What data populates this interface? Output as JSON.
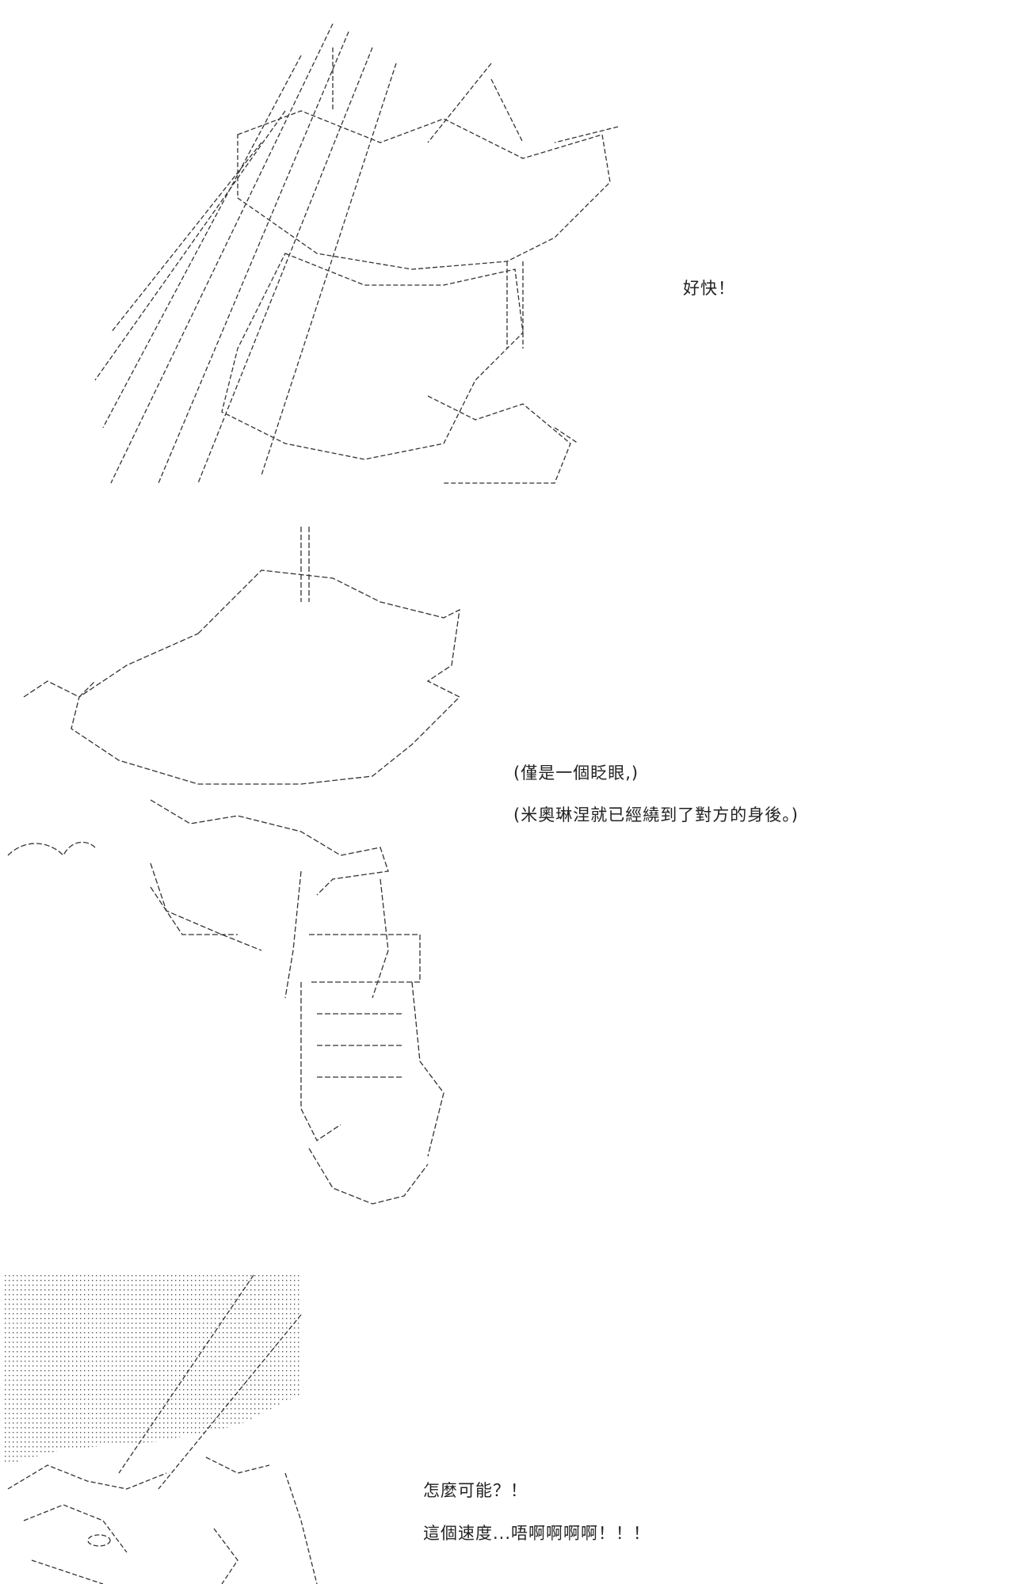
{
  "panels": [
    {
      "dialogue": [
        "好快！"
      ]
    },
    {
      "dialogue": [
        "(僅是一個眨眼,)",
        "(米奧琳涅就已經繞到了對方的身後。)"
      ]
    },
    {
      "dialogue": [
        "怎麼可能？！",
        "這個速度...唔啊啊啊啊！！！"
      ]
    }
  ]
}
